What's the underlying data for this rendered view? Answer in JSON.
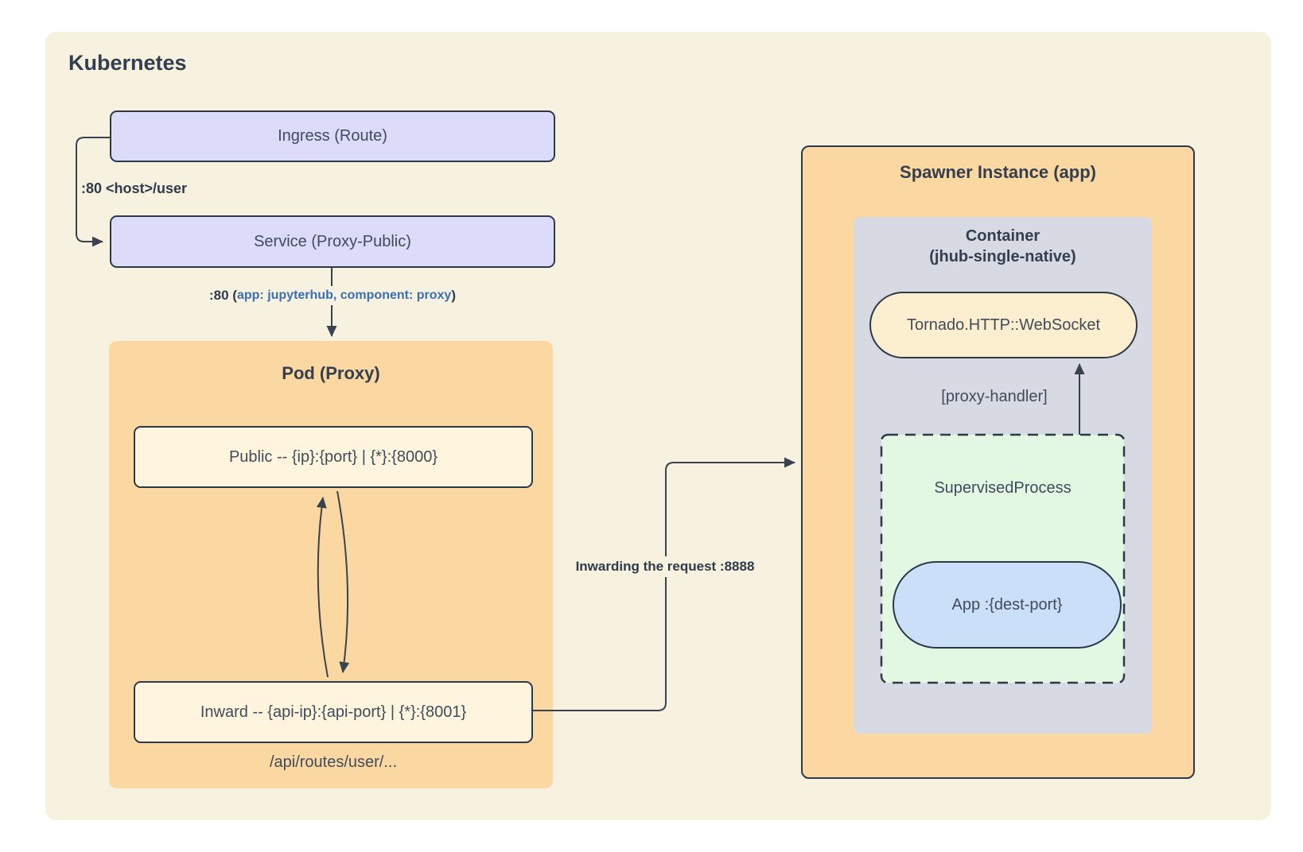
{
  "diagram": {
    "cluster_title": "Kubernetes",
    "ingress": {
      "label": "Ingress (Route)"
    },
    "service": {
      "label": "Service (Proxy-Public)"
    },
    "pod": {
      "title": "Pod (Proxy)",
      "public_route": "Public -- {ip}:{port} | {*}:{8000}",
      "inward_route": "Inward -- {api-ip}:{api-port} | {*}:{8001}",
      "route_note": "/api/routes/user/..."
    },
    "spawner": {
      "title": "Spawner Instance (app)",
      "container": {
        "title_line1": "Container",
        "title_line2": "(jhub-single-native)",
        "websocket": "Tornado.HTTP::WebSocket",
        "supervised_process": {
          "title": "SupervisedProcess",
          "app": "App :{dest-port}"
        }
      }
    },
    "edges": {
      "ingress_to_service": ":80 <host>/user",
      "service_to_pod_prefix": ":80 (",
      "service_to_pod_selector": "app: jupyterhub, component: proxy",
      "service_to_pod_suffix": ")",
      "inward_to_spawner": "Inwarding the request :8888",
      "websocket_handler": "[proxy-handler]"
    },
    "colors": {
      "page_background": "#ffffff",
      "cluster_background": "#f7f2e0",
      "k8s_resource_fill": "#dcdbf9",
      "pod_fill": "#fbd8a2",
      "route_fill": "#fff5de",
      "spawner_fill": "#fbd8a2",
      "container_fill": "#d7dae3",
      "process_fill": "#e3f8e3",
      "websocket_fill": "#fcefd0",
      "app_fill": "#cbdff8",
      "border": "#2d3849",
      "arrow": "#39434f",
      "text": "#404b5c",
      "title_text": "#333e4f",
      "selector_text": "#3c6eb4"
    }
  }
}
